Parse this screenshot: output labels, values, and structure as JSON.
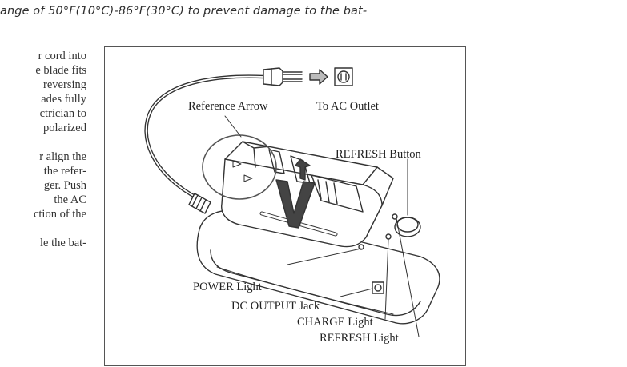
{
  "page": {
    "top_line": "ange of 50°F(10°C)-86°F(30°C) to prevent damage to the  bat-",
    "left_lines": [
      "r cord into",
      "e blade fits",
      "reversing",
      "ades fully",
      "ctrician to",
      "polarized",
      "r align the",
      "the refer-",
      "ger. Push",
      "the   AC",
      "ction of the",
      "le the bat-"
    ]
  },
  "figure": {
    "labels": {
      "reference_arrow": "Reference Arrow",
      "ac_outlet": "To AC Outlet",
      "refresh_button": "REFRESH Button",
      "power_light": "POWER Light",
      "dc_output": "DC OUTPUT Jack",
      "charge_light": "CHARGE Light",
      "refresh_light": "REFRESH Light"
    }
  }
}
